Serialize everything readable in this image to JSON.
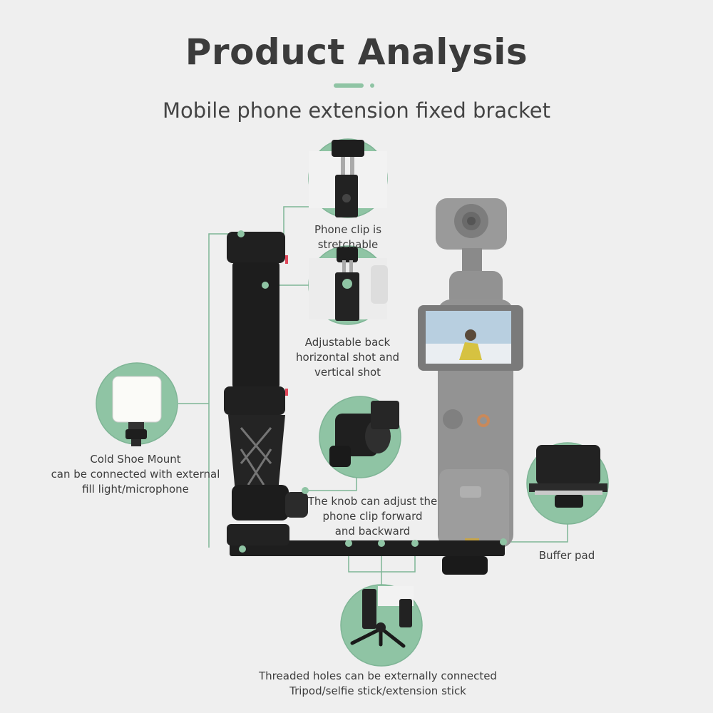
{
  "header": {
    "title": "Product Analysis",
    "subtitle": "Mobile phone extension fixed bracket"
  },
  "callouts": {
    "phone_clip": "Phone clip is stretchable",
    "adjustable_back": [
      "Adjustable back",
      "horizontal shot and",
      "vertical shot"
    ],
    "cold_shoe": [
      "Cold Shoe Mount",
      "can be connected with external",
      "fill light/microphone"
    ],
    "knob": [
      "The knob can adjust the",
      "phone clip forward",
      "and backward"
    ],
    "buffer_pad": "Buffer pad",
    "threaded_holes": [
      "Threaded holes can be externally connected",
      "Tripod/selfie stick/extension stick"
    ]
  },
  "colors": {
    "accent_green": "#8fc4a4",
    "line_green": "#7fb596",
    "bracket_black": "#1e1e1e",
    "camera_gray": "#8f8f8f",
    "clip_red": "#e0475a"
  }
}
